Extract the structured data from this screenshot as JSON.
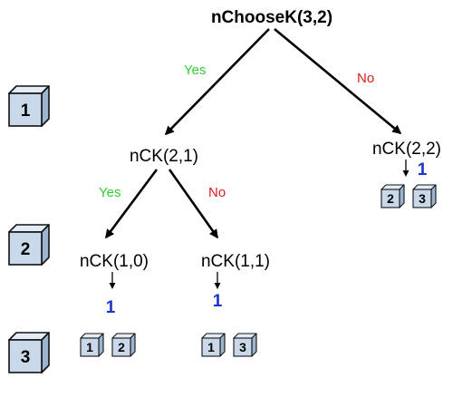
{
  "colors": {
    "yes": "#33cc33",
    "no": "#e01b1b",
    "result": "#1a33cc",
    "cube_front": "#c9d9ea",
    "cube_top": "#e4edf6",
    "cube_side": "#9db6cf",
    "stroke": "#111111"
  },
  "tree": {
    "root": {
      "label": "nChooseK(3,2)"
    },
    "yes_label": "Yes",
    "no_label": "No",
    "n21": {
      "label": "nCK(2,1)"
    },
    "n22": {
      "label": "nCK(2,2)",
      "result": "1",
      "boxes": [
        "2",
        "3"
      ]
    },
    "n10": {
      "label": "nCK(1,0)",
      "result": "1",
      "boxes": [
        "1",
        "2"
      ]
    },
    "n11": {
      "label": "nCK(1,1)",
      "result": "1",
      "boxes": [
        "1",
        "3"
      ]
    }
  },
  "levels": [
    "1",
    "2",
    "3"
  ]
}
